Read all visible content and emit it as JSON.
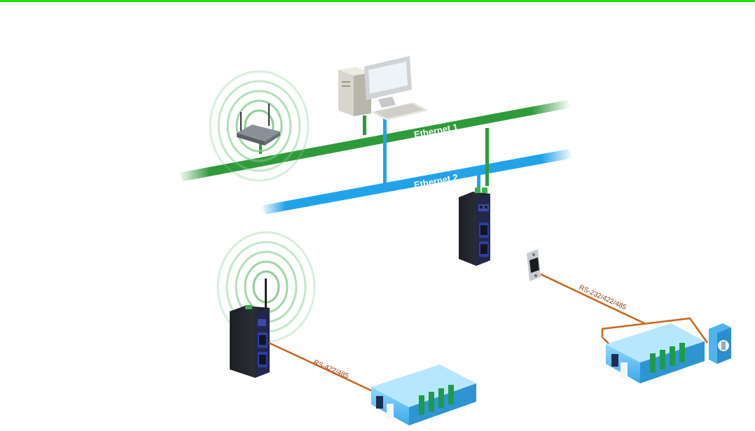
{
  "networks": {
    "ethernet1": {
      "label": "Ethernet 1",
      "color": "#2f9a3a"
    },
    "ethernet2": {
      "label": "Ethernet 2",
      "color": "#21a3ea"
    }
  },
  "serial_links": {
    "left_label": "RS-422/485",
    "right_label": "RS-232/422/485",
    "color": "#c8651e"
  },
  "devices": {
    "wireless_ap": "wireless access point",
    "pc": "computer",
    "serial_server_left": "wireless serial device server",
    "serial_server_right": "serial device server",
    "io_module_left": "data acquisition module",
    "io_module_right": "data acquisition module",
    "adam_module": "ADAM module",
    "db9_connector": "DB9 connector"
  },
  "accent_colors": {
    "top_bar": "#19e400"
  }
}
